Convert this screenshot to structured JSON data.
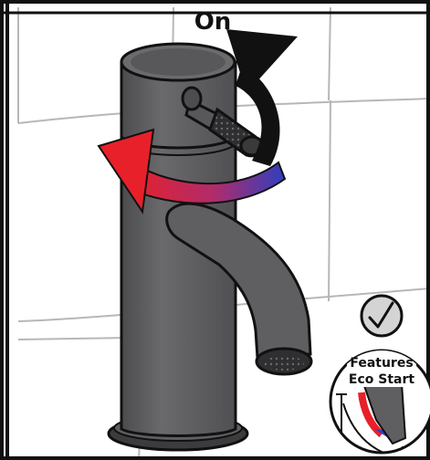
{
  "labels": {
    "on": "On",
    "features_line1": "Features",
    "features_line2": "Eco Start"
  },
  "colors": {
    "background": "#ffffff",
    "tile_line": "#b7b7b7",
    "frame": "#111111",
    "faucet_body": "#5f5f62",
    "faucet_dark": "#3c3c3e",
    "arrow_on": "#111111",
    "arrow_hot": "#e8202a",
    "arrow_cold": "#2f3fbf",
    "badge_fill": "#d4d4d4"
  },
  "icons": {
    "on_arrow": "curved-arrow-up-icon",
    "temperature_arrow": "hot-cold-curved-arrow-icon",
    "check_badge": "checkmark-circle-icon"
  }
}
